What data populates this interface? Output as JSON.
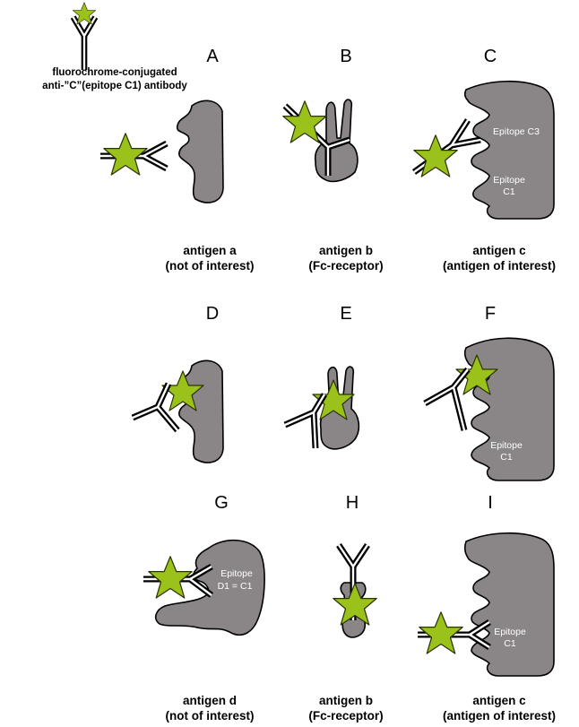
{
  "legend": {
    "line1": "fluorochrome-conjugated",
    "line2": "anti-”C”(epitope C1) antibody"
  },
  "panels": {
    "A": "A",
    "B": "B",
    "C": "C",
    "D": "D",
    "E": "E",
    "F": "F",
    "G": "G",
    "H": "H",
    "I": "I"
  },
  "captions": {
    "row1": [
      {
        "l1": "antigen a",
        "l2": "(not of interest)"
      },
      {
        "l1": "antigen b",
        "l2": "(Fc-receptor)"
      },
      {
        "l1": "antigen c",
        "l2": "(antigen of interest)"
      }
    ],
    "row3": [
      {
        "l1": "antigen d",
        "l2": "(not of interest)"
      },
      {
        "l1": "antigen b",
        "l2": "(Fc-receptor)"
      },
      {
        "l1": "antigen c",
        "l2": "(antigen of interest)"
      }
    ]
  },
  "epitopes": {
    "c_c3": "Epitope C3",
    "c_c1_l1": "Epitope",
    "c_c1_l2": "C1",
    "f_c1_l1": "Epitope",
    "f_c1_l2": "C1",
    "g_d1_l1": "Epitope",
    "g_d1_l2": "D1 = C1",
    "i_c1_l1": "Epitope",
    "i_c1_l2": "C1"
  },
  "colors": {
    "antigen": "#8a8587",
    "fluorochrome": "#9bc21a",
    "outline": "#000000"
  }
}
